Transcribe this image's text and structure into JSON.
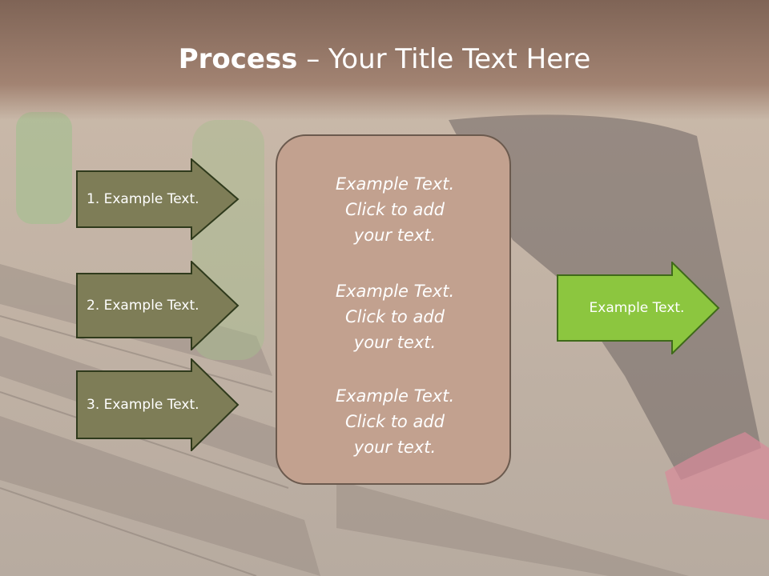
{
  "title": {
    "bold": "Process",
    "rest": " – Your Title Text Here"
  },
  "left_arrows": [
    {
      "label": "1. Example Text."
    },
    {
      "label": "2. Example Text."
    },
    {
      "label": "3. Example Text."
    }
  ],
  "center_box": {
    "blocks": [
      {
        "lines": [
          "Example Text.",
          "Click  to add",
          "your text."
        ]
      },
      {
        "lines": [
          "Example Text.",
          "Click  to add",
          "your text."
        ]
      },
      {
        "lines": [
          "Example Text.",
          "Click  to add",
          "your text."
        ]
      }
    ]
  },
  "right_arrow": {
    "label": "Example Text."
  },
  "colors": {
    "olive_arrow": "#7e7d57",
    "green_arrow": "#8cc63f",
    "center_fill": "#c2a18f",
    "title_band": "#8f6e5e"
  }
}
